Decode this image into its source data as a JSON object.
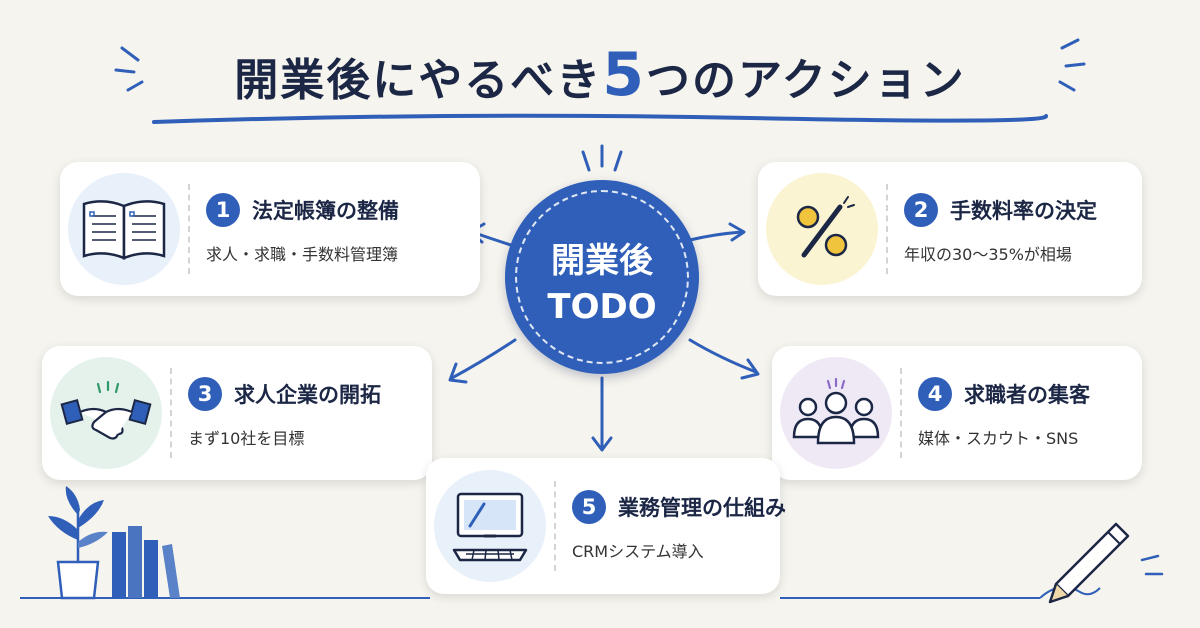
{
  "title": {
    "before": "開業後にやるべき",
    "number": "5",
    "after": "つのアクション"
  },
  "hub": {
    "line1": "開業後",
    "line2": "TODO"
  },
  "cards": [
    {
      "num": "1",
      "title": "法定帳簿の整備",
      "sub": "求人・求職・手数料管理簿",
      "icon": "ledger-book-icon"
    },
    {
      "num": "2",
      "title": "手数料率の決定",
      "sub": "年収の30〜35%が相場",
      "icon": "percent-icon"
    },
    {
      "num": "3",
      "title": "求人企業の開拓",
      "sub": "まず10社を目標",
      "icon": "handshake-icon"
    },
    {
      "num": "4",
      "title": "求職者の集客",
      "sub": "媒体・スカウト・SNS",
      "icon": "people-group-icon"
    },
    {
      "num": "5",
      "title": "業務管理の仕組み",
      "sub": "CRMシステム導入",
      "icon": "computer-icon"
    }
  ],
  "colors": {
    "accent": "#2f5fb8",
    "navy": "#1c2746",
    "background": "#f6f4ee",
    "icon_bg_blue": "#e8f0fa",
    "icon_bg_yellow": "#fbf4d2",
    "icon_bg_green": "#e5f2ec",
    "icon_bg_purple": "#efe9f6"
  }
}
